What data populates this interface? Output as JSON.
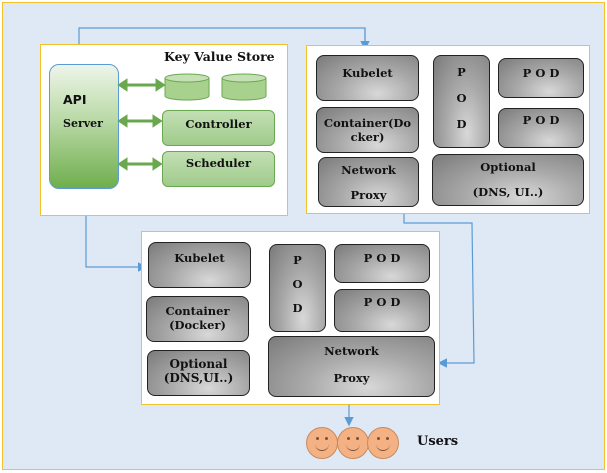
{
  "master_node": {
    "title": "Key Value Store",
    "api_server": {
      "line1": "API",
      "line2": "Server"
    },
    "components": [
      "Controller",
      "Scheduler"
    ],
    "key_value_store_icons": [
      "database-cylinder",
      "database-cylinder"
    ]
  },
  "worker_node_1": {
    "kubelet": "Kubelet",
    "container": "Container(Do cker)",
    "network_proxy": {
      "line1": "Network",
      "line2": "Proxy"
    },
    "pod_vertical": [
      "P",
      "O",
      "D"
    ],
    "pods": [
      "P O D",
      "P O D"
    ],
    "optional": {
      "line1": "Optional",
      "line2": "(DNS, UI..)"
    }
  },
  "worker_node_2": {
    "kubelet": "Kubelet",
    "container": {
      "line1": "Container",
      "line2": "(Docker)"
    },
    "optional": {
      "line1": "Optional",
      "line2": "(DNS,UI..)"
    },
    "pod_vertical": [
      "P",
      "O",
      "D"
    ],
    "pods": [
      "P O D",
      "P O D"
    ],
    "network_proxy": {
      "line1": "Network",
      "line2": "Proxy"
    }
  },
  "users": {
    "label": "Users",
    "count": 3
  },
  "colors": {
    "background": "#dee9f5",
    "frame_border": "#f2c22a",
    "connector": "#5b9bd5",
    "green_arrow": "#6aa84f",
    "face": "#f4b183"
  }
}
